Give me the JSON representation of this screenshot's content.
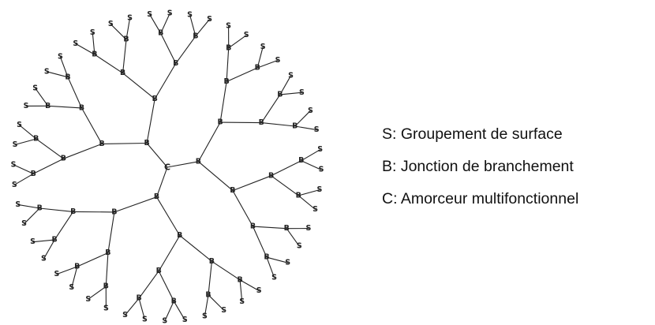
{
  "diagram": {
    "core_label": "C",
    "branch_label": "B",
    "surface_label": "S",
    "primary_branches": 3,
    "generations": 4,
    "branching_factor": 2,
    "line_color": "#222222"
  },
  "legend": [
    {
      "text": "S: Groupement de surface"
    },
    {
      "text": "B: Jonction de branchement"
    },
    {
      "text": "C: Amorceur multifonctionnel"
    }
  ]
}
